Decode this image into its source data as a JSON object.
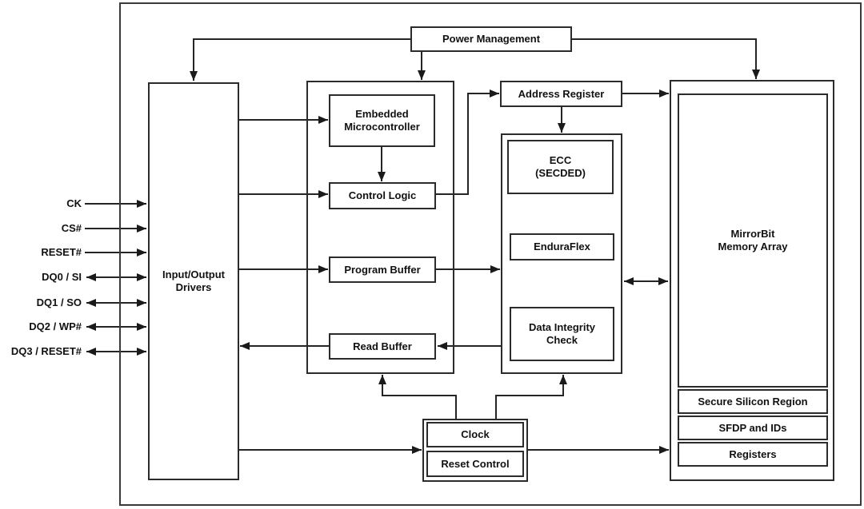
{
  "diagram": {
    "description": "Flash memory device functional block diagram",
    "blocks": {
      "power_management": "Power Management",
      "io_drivers": {
        "line1": "Input/Output",
        "line2": "Drivers"
      },
      "embedded_microcontroller": {
        "line1": "Embedded",
        "line2": "Microcontroller"
      },
      "control_logic": "Control Logic",
      "program_buffer": "Program Buffer",
      "read_buffer": "Read Buffer",
      "address_register": "Address Register",
      "ecc": {
        "line1": "ECC",
        "line2": "(SECDED)"
      },
      "enduraflex": "EnduraFlex",
      "data_integrity_check": {
        "line1": "Data Integrity",
        "line2": "Check"
      },
      "mirrorbit": {
        "line1": "MirrorBit",
        "line2": "Memory Array"
      },
      "secure_silicon_region": "Secure Silicon Region",
      "sfdp_and_ids": "SFDP and IDs",
      "registers": "Registers",
      "clock": "Clock",
      "reset_control": "Reset Control"
    },
    "signals": [
      {
        "label": "CK",
        "direction": "input"
      },
      {
        "label": "CS#",
        "direction": "input"
      },
      {
        "label": "RESET#",
        "direction": "input"
      },
      {
        "label": "DQ0 / SI",
        "direction": "bidirectional"
      },
      {
        "label": "DQ1 / SO",
        "direction": "bidirectional"
      },
      {
        "label": "DQ2 / WP#",
        "direction": "bidirectional"
      },
      {
        "label": "DQ3 / RESET#",
        "direction": "bidirectional"
      }
    ],
    "colors": {
      "line": "#252525",
      "text": "#111111",
      "background": "#ffffff"
    }
  }
}
